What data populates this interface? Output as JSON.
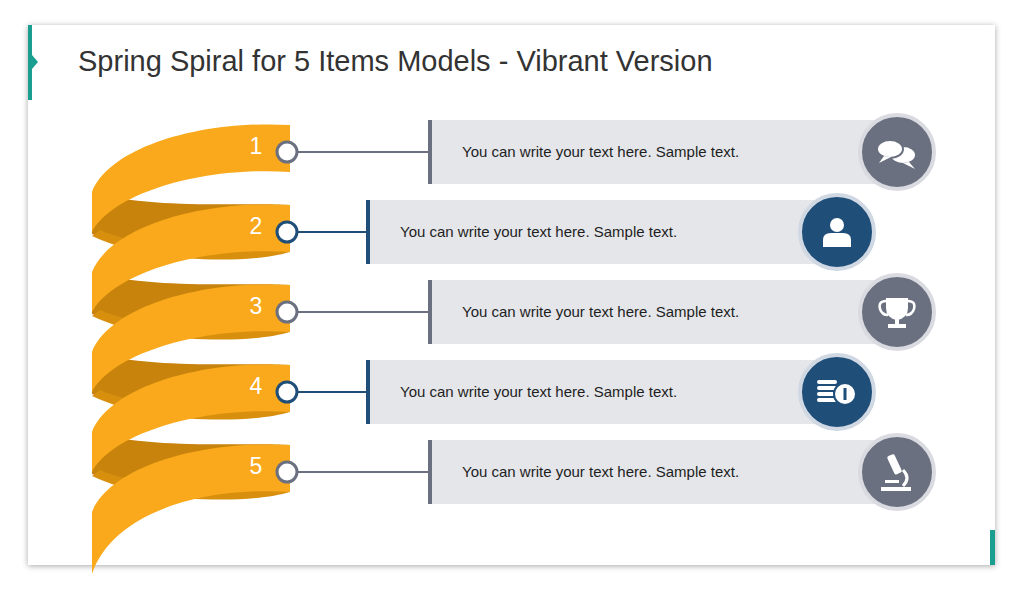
{
  "diagram": {
    "title": "Spring Spiral for 5 Items Models - Vibrant Version",
    "nodes": [
      {
        "text": [
          "You can write your text here. Sample text."
        ]
      },
      {
        "text": [
          "You can write your text here. Sample text."
        ]
      },
      {
        "text": [
          "You can write your text here. Sample text."
        ]
      },
      {
        "text": [
          "You can write your text here. Sample text."
        ]
      },
      {
        "text": [
          "You can write your text here. Sample text."
        ]
      }
    ],
    "labels": [
      "1",
      "2",
      "3",
      "4",
      "5"
    ]
  }
}
